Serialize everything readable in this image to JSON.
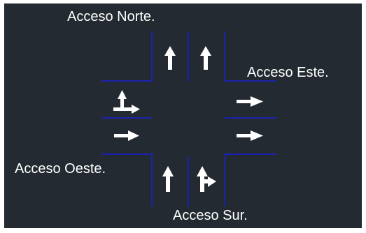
{
  "colors": {
    "frame": "#ffffff",
    "background": "#232a31",
    "lane_lines": "#1a1fd8",
    "arrows": "#ffffff"
  },
  "labels": {
    "north": "Acceso Norte.",
    "east": "Acceso Este.",
    "west": "Acceso Oeste.",
    "south": "Acceso Sur."
  },
  "approaches": {
    "north": {
      "lanes": [
        "straight-up-arrow",
        "straight-up-arrow"
      ]
    },
    "west": {
      "lanes": [
        "straight-and-right-turn-arrow",
        "straight-right-arrow"
      ]
    },
    "east": {
      "lanes": [
        "straight-right-arrow",
        "straight-right-arrow"
      ]
    },
    "south": {
      "lanes": [
        "straight-up-arrow",
        "straight-and-right-turn-arrow"
      ]
    }
  }
}
